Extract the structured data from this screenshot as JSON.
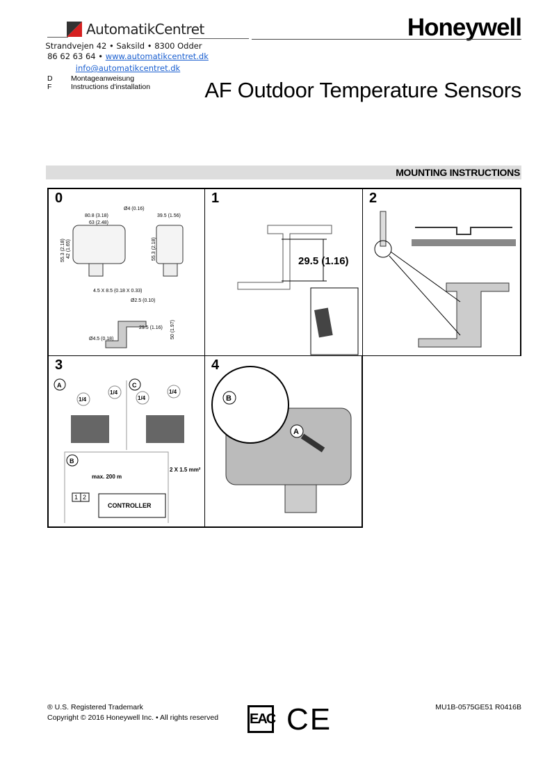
{
  "header": {
    "distributor_name": "AutomatikCentret",
    "address": "Strandvejen 42 • Saksild • 8300 Odder",
    "phone": "86 62 63 64 •",
    "website": "www.automatikcentret.dk",
    "email": "info@automatikcentret.dk",
    "brand": "Honeywell",
    "languages": [
      {
        "code": "D",
        "label": "Montageanweisung"
      },
      {
        "code": "F",
        "label": "Instructions d'installation"
      }
    ],
    "title": "AF Outdoor Temperature Sensors"
  },
  "section_title": "MOUNTING INSTRUCTIONS",
  "steps": {
    "s0": {
      "num": "0",
      "dims": {
        "hole": "Ø4 (0.16)",
        "w1": "80.8 (3.18)",
        "w2": "63 (2.48)",
        "h1": "55.3 (2.18)",
        "h2": "42 (1.65)",
        "depth": "39.5 (1.56)",
        "h3": "55.3 (2.18)",
        "slot": "4.5 X 8.5 (0.18 X 0.33)",
        "hole2": "Ø2.5 (0.10)",
        "hole3": "Ø4.5 (0.18)",
        "spacing": "29.5 (1.16)",
        "height": "50 (1.97)"
      }
    },
    "s1": {
      "num": "1",
      "spacing": "29.5 (1.16)"
    },
    "s2": {
      "num": "2"
    },
    "s3": {
      "num": "3",
      "a": "A",
      "b": "B",
      "c": "C",
      "quarter": "1/4",
      "distance": "max. 200 m",
      "t1": "1",
      "t2": "2",
      "controller": "CONTROLLER",
      "cable": "2 X 1.5 mm²"
    },
    "s4": {
      "num": "4",
      "a": "A",
      "b": "B"
    }
  },
  "footer": {
    "trademark": "® U.S. Registered Trademark",
    "copyright": "Copyright © 2016 Honeywell Inc. • All rights reserved",
    "marks": [
      "EAC",
      "CE"
    ],
    "doc_id": "MU1B-0575GE51 R0416B"
  }
}
